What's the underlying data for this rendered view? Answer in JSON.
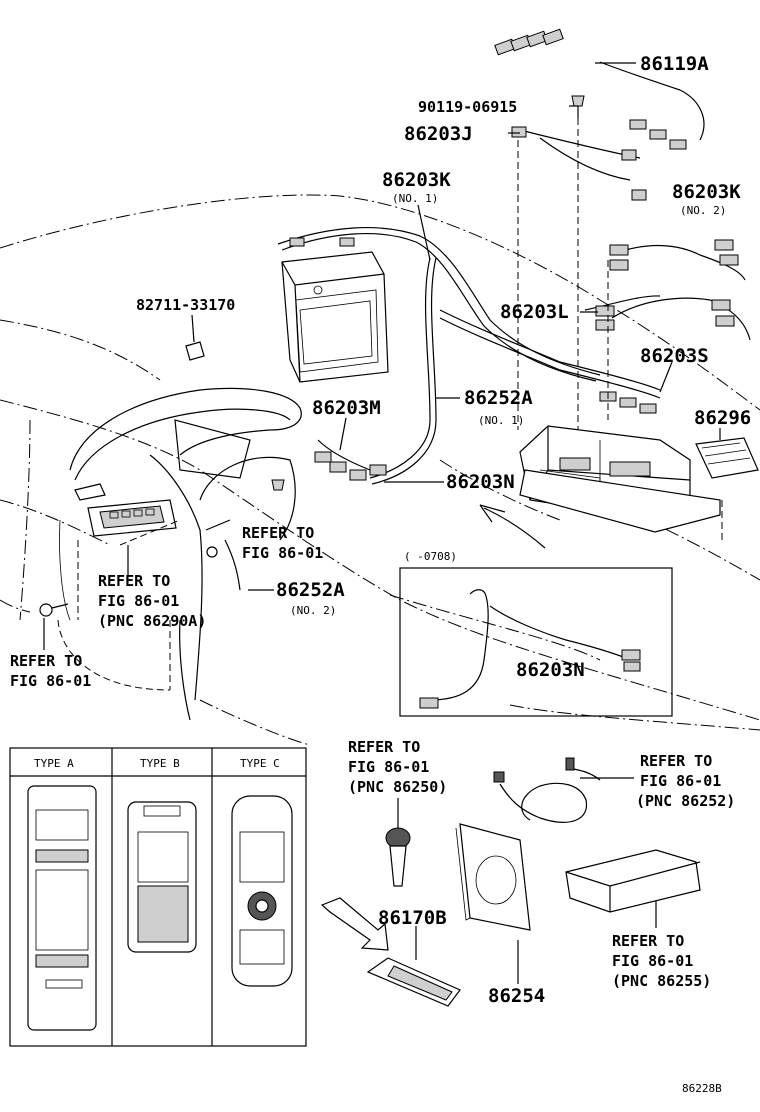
{
  "diagram": {
    "part_labels": {
      "p86119a": "86119A",
      "p9011906915": "90119-06915",
      "p86203j": "86203J",
      "p86203k_1": "86203K",
      "p86203k_1_note": "(NO. 1)",
      "p86203k_2": "86203K",
      "p86203k_2_note": "(NO. 2)",
      "p8271133170": "82711-33170",
      "p86203l": "86203L",
      "p86203s": "86203S",
      "p86296": "86296",
      "p86203m": "86203M",
      "p86252a_1": "86252A",
      "p86252a_1_note": "(NO. 1)",
      "p86203n": "86203N",
      "p86252a_2": "86252A",
      "p86252a_2_note": "(NO. 2)",
      "p86203n_inset": "86203N",
      "inset_date": "(     -0708)",
      "p86170b": "86170B",
      "p86254": "86254"
    },
    "refer_notes": {
      "r1_l1": "REFER TO",
      "r1_l2": "FIG 86-01",
      "r2_l1": "REFER TO",
      "r2_l2": "FIG 86-01",
      "r2_l3": "(PNC 86290A)",
      "r3_l1": "REFER TO",
      "r3_l2": "FIG 86-01",
      "r4_l1": "REFER TO",
      "r4_l2": "FIG 86-01",
      "r4_l3": "(PNC 86250)",
      "r5_l1": "REFER TO",
      "r5_l2": "FIG 86-01",
      "r5_l3": "(PNC 86252)",
      "r6_l1": "REFER TO",
      "r6_l2": "FIG 86-01",
      "r6_l3": "(PNC 86255)"
    },
    "remote_types": {
      "type_a": "TYPE A",
      "type_b": "TYPE B",
      "type_c": "TYPE C"
    },
    "figure_id": "86228B"
  }
}
